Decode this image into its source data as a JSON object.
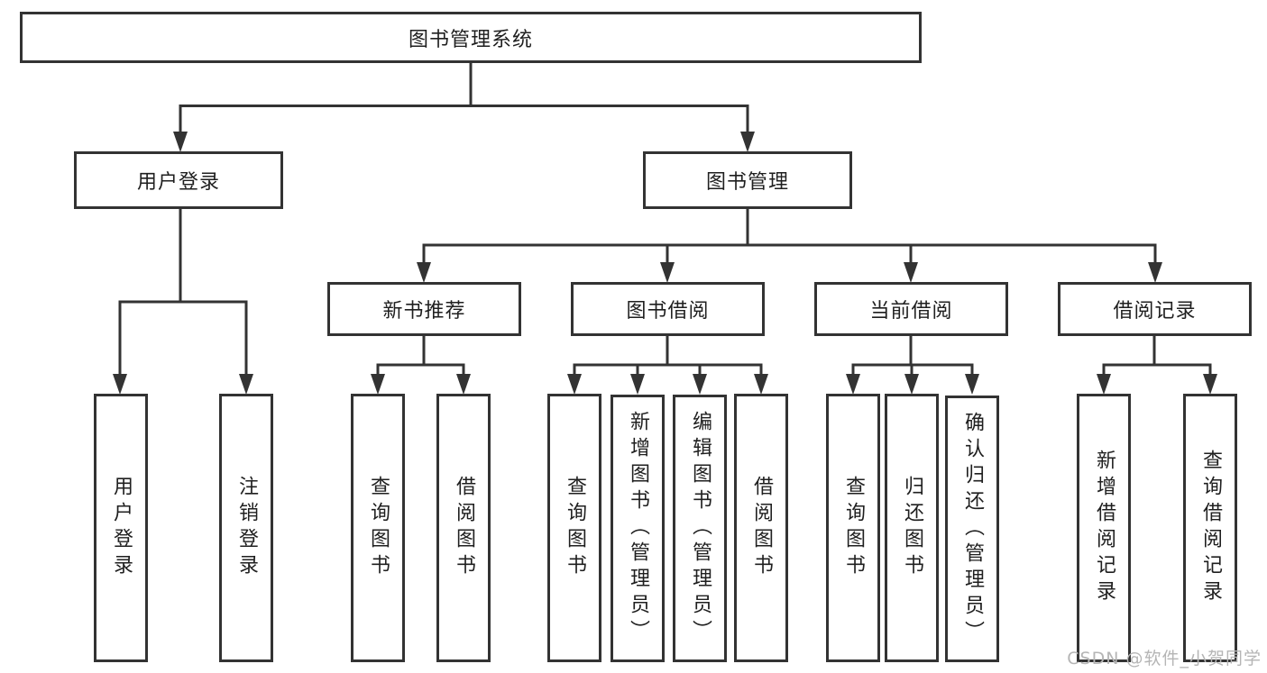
{
  "diagram": {
    "type": "hierarchy-tree",
    "title": "图书管理系统"
  },
  "colors": {
    "line": "#333333",
    "text": "#1f1f1f",
    "background": "#ffffff",
    "watermark": "#b5b5b5"
  },
  "tree": {
    "root": {
      "label": "图书管理系统"
    },
    "children": [
      {
        "label": "用户登录",
        "children": [
          {
            "label": "用户登录"
          },
          {
            "label": "注销登录"
          }
        ]
      },
      {
        "label": "图书管理",
        "children": [
          {
            "label": "新书推荐",
            "children": [
              {
                "label": "查询图书"
              },
              {
                "label": "借阅图书"
              }
            ]
          },
          {
            "label": "图书借阅",
            "children": [
              {
                "label": "查询图书"
              },
              {
                "label": "新增图书（管理员）"
              },
              {
                "label": "编辑图书（管理员）"
              },
              {
                "label": "借阅图书"
              }
            ]
          },
          {
            "label": "当前借阅",
            "children": [
              {
                "label": "查询图书"
              },
              {
                "label": "归还图书"
              },
              {
                "label": "确认归还（管理员）"
              }
            ]
          },
          {
            "label": "借阅记录",
            "children": [
              {
                "label": "新增借阅记录"
              },
              {
                "label": "查询借阅记录"
              }
            ]
          }
        ]
      }
    ]
  },
  "watermark": {
    "text": "CSDN @软件_小贺同学"
  }
}
